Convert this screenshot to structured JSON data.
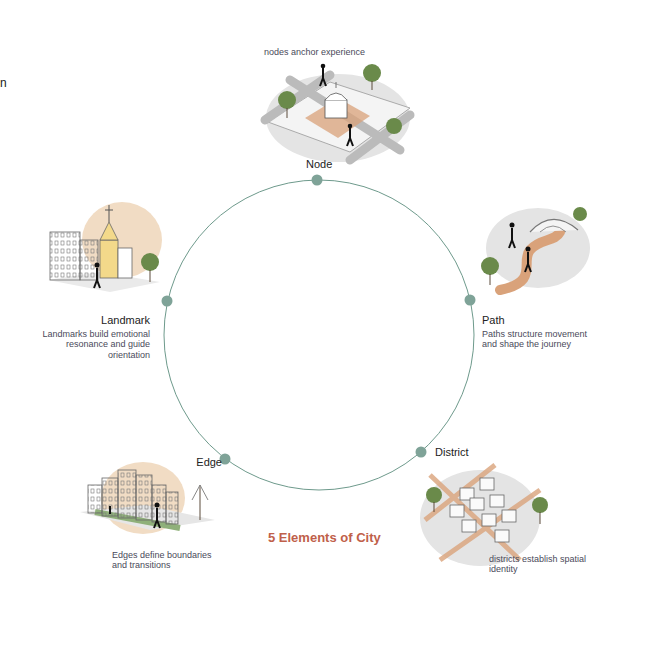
{
  "diagram": {
    "title": "5 Elements of City",
    "nodes": [
      {
        "text": [
          "Node",
          "nodes anchor experience"
        ]
      },
      {
        "text": [
          "Path",
          "Paths structure movement and shape the journey"
        ]
      },
      {
        "text": [
          "District",
          "districts establish spatial identity"
        ]
      },
      {
        "text": [
          "Edge",
          "Edges define boundaries and transitions"
        ]
      },
      {
        "text": [
          "Landmark",
          "Landmarks build emotional resonance and guide orientation"
        ]
      }
    ],
    "labels": [
      "n"
    ]
  }
}
